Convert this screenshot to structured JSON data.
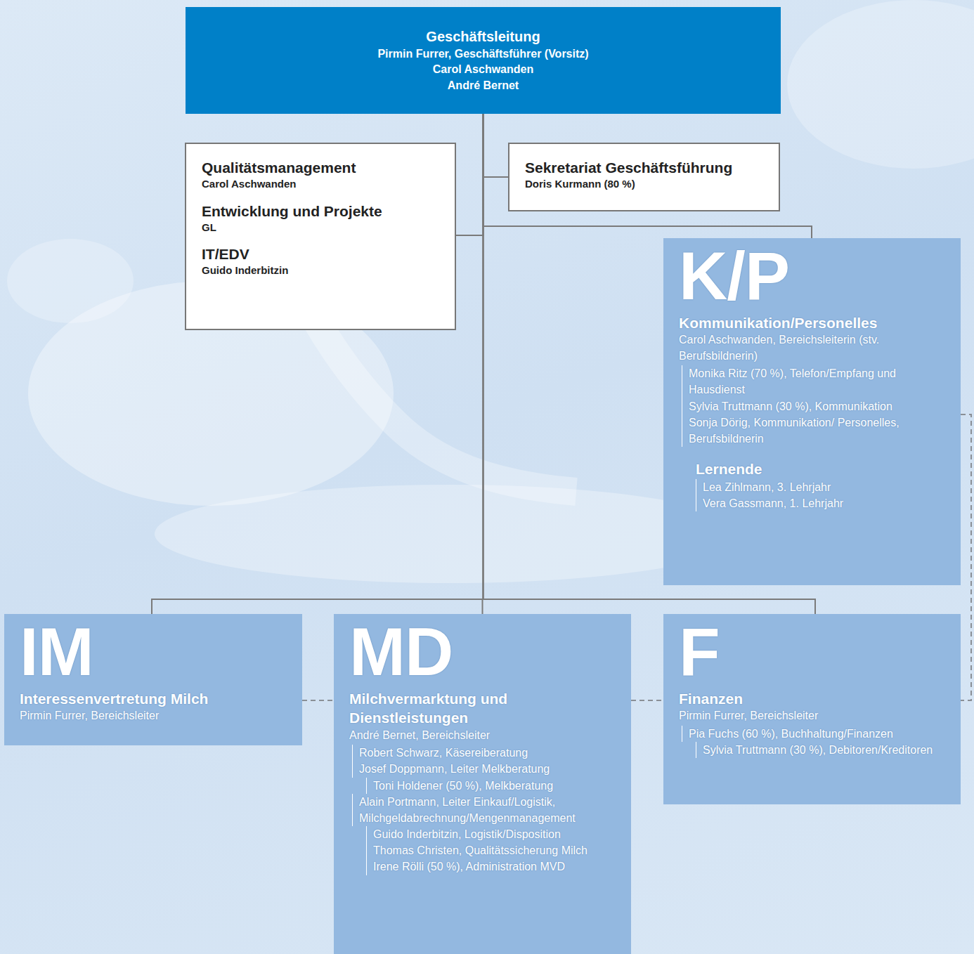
{
  "diagram": {
    "nodes": [
      {
        "text": [
          "Geschäftsleitung",
          "Pirmin Furrer, Geschäftsführer (Vorsitz)",
          "Carol Aschwanden",
          "André Bernet"
        ]
      },
      {
        "text": [
          "Qualitätsmanagement",
          "Carol Aschwanden",
          "Entwicklung und Projekte",
          "GL",
          "IT/EDV",
          "Guido Inderbitzin"
        ]
      },
      {
        "text": [
          "Sekretariat Geschäftsführung",
          "Doris Kurmann (80 %)"
        ]
      },
      {
        "text": [
          "K/P",
          "Kommunikation/Personelles",
          "Carol Aschwanden, Bereichsleiterin (stv. Berufsbildnerin)",
          "Monika Ritz (70 %), Telefon/Empfang und Hausdienst",
          "Sylvia Truttmann (30 %), Kommunikation",
          "Sonja Dörig, Kommunikation/ Personelles, Berufsbildnerin",
          "Lernende",
          "Lea Zihlmann, 3. Lehrjahr",
          "Vera Gassmann, 1. Lehrjahr"
        ]
      },
      {
        "text": [
          "IM",
          "Interessenvertretung Milch",
          "Pirmin Furrer, Bereichsleiter"
        ]
      },
      {
        "text": [
          "MD",
          "Milchvermarktung und Dienstleistungen",
          "André Bernet, Bereichsleiter",
          "Robert Schwarz, Käsereiberatung",
          "Josef Doppmann, Leiter Melkberatung",
          "Toni Holdener (50 %), Melkberatung",
          "Alain Portmann, Leiter Einkauf/Logistik, Milchgeldabrechnung/Mengenmanagement",
          "Guido Inderbitzin, Logistik/Disposition",
          "Thomas Christen, Qualitätssicherung Milch",
          "Irene Rölli (50 %), Administration MVD"
        ]
      },
      {
        "text": [
          "F",
          "Finanzen",
          "Pirmin Furrer, Bereichsleiter",
          "Pia Fuchs (60 %), Buchhaltung/Finanzen",
          "Sylvia Truttmann (30 %), Debitoren/Kreditoren"
        ]
      }
    ],
    "edges": [
      {
        "from": 0,
        "to": 1,
        "arrow": "none"
      },
      {
        "from": 0,
        "to": 2,
        "arrow": "none"
      },
      {
        "from": 0,
        "to": 3,
        "arrow": "none"
      },
      {
        "from": 0,
        "to": 4,
        "arrow": "none"
      },
      {
        "from": 0,
        "to": 5,
        "arrow": "none"
      },
      {
        "from": 0,
        "to": 6,
        "arrow": "none"
      },
      {
        "from": 4,
        "to": 5,
        "arrow": "none"
      },
      {
        "from": 5,
        "to": 6,
        "arrow": "none"
      },
      {
        "from": 3,
        "to": 6,
        "arrow": "none"
      }
    ]
  }
}
